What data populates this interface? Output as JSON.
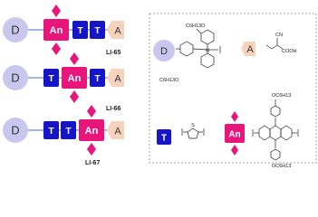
{
  "molecules": [
    {
      "caption": "LI-65",
      "sequence": [
        "D",
        "An",
        "T",
        "T",
        "A"
      ]
    },
    {
      "caption": "LI-66",
      "sequence": [
        "D",
        "T",
        "An",
        "T",
        "A"
      ]
    },
    {
      "caption": "LI-67",
      "sequence": [
        "D",
        "T",
        "T",
        "An",
        "A"
      ]
    }
  ],
  "legend": {
    "donor_label": "D",
    "acceptor_label": "A",
    "thiophene_label": "T",
    "anthracene_label": "An",
    "donor_substituent_top": "C6H13O",
    "donor_substituent_left": "C6H13O",
    "acceptor_cn": "CN",
    "acceptor_cooh": "COOH",
    "thiophene_atom": "S",
    "anthracene_substituent_top": "OC6H13",
    "anthracene_substituent_bottom": "OC6H13"
  },
  "colors": {
    "donor": "#c9c7ee",
    "thiophene": "#1616c8",
    "anthracene": "#e8157a",
    "acceptor": "#f7d2bd",
    "linker": "#7da0d8"
  }
}
